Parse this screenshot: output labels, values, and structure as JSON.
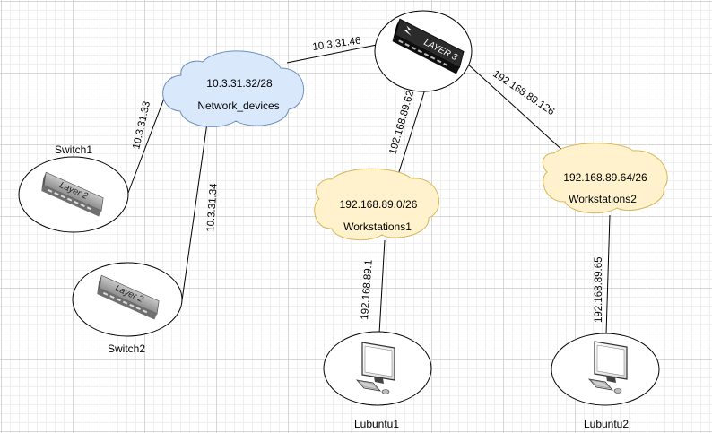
{
  "networks": {
    "core": {
      "subnet": "10.3.31.32/28",
      "name": "Network_devices"
    },
    "ws1": {
      "subnet": "192.168.89.0/26",
      "name": "Workstations1"
    },
    "ws2": {
      "subnet": "192.168.89.64/26",
      "name": "Workstations2"
    }
  },
  "devices": {
    "router": {
      "text": "LAYER 3"
    },
    "switch1": {
      "label": "Switch1",
      "text": "Layer 2"
    },
    "switch2": {
      "label": "Switch2",
      "text": "Layer 2"
    },
    "pc1": {
      "label": "Lubuntu1"
    },
    "pc2": {
      "label": "Lubuntu2"
    }
  },
  "links": {
    "router_core": "10.3.31.46",
    "switch1_core": "10.3.31.33",
    "switch2_core": "10.3.31.34",
    "router_ws1": "192.168.89.62",
    "router_ws2": "192.168.89.126",
    "ws1_pc1": "192.168.89.1",
    "ws2_pc2": "192.168.89.65"
  },
  "colors": {
    "core_cloud_fill": "#dae8fc",
    "core_cloud_stroke": "#6c8ebf",
    "ws_cloud_fill": "#fff2cc",
    "ws_cloud_stroke": "#d6b656",
    "router_body": "#1a1a1a",
    "switch_body": "#9a9a9a"
  }
}
